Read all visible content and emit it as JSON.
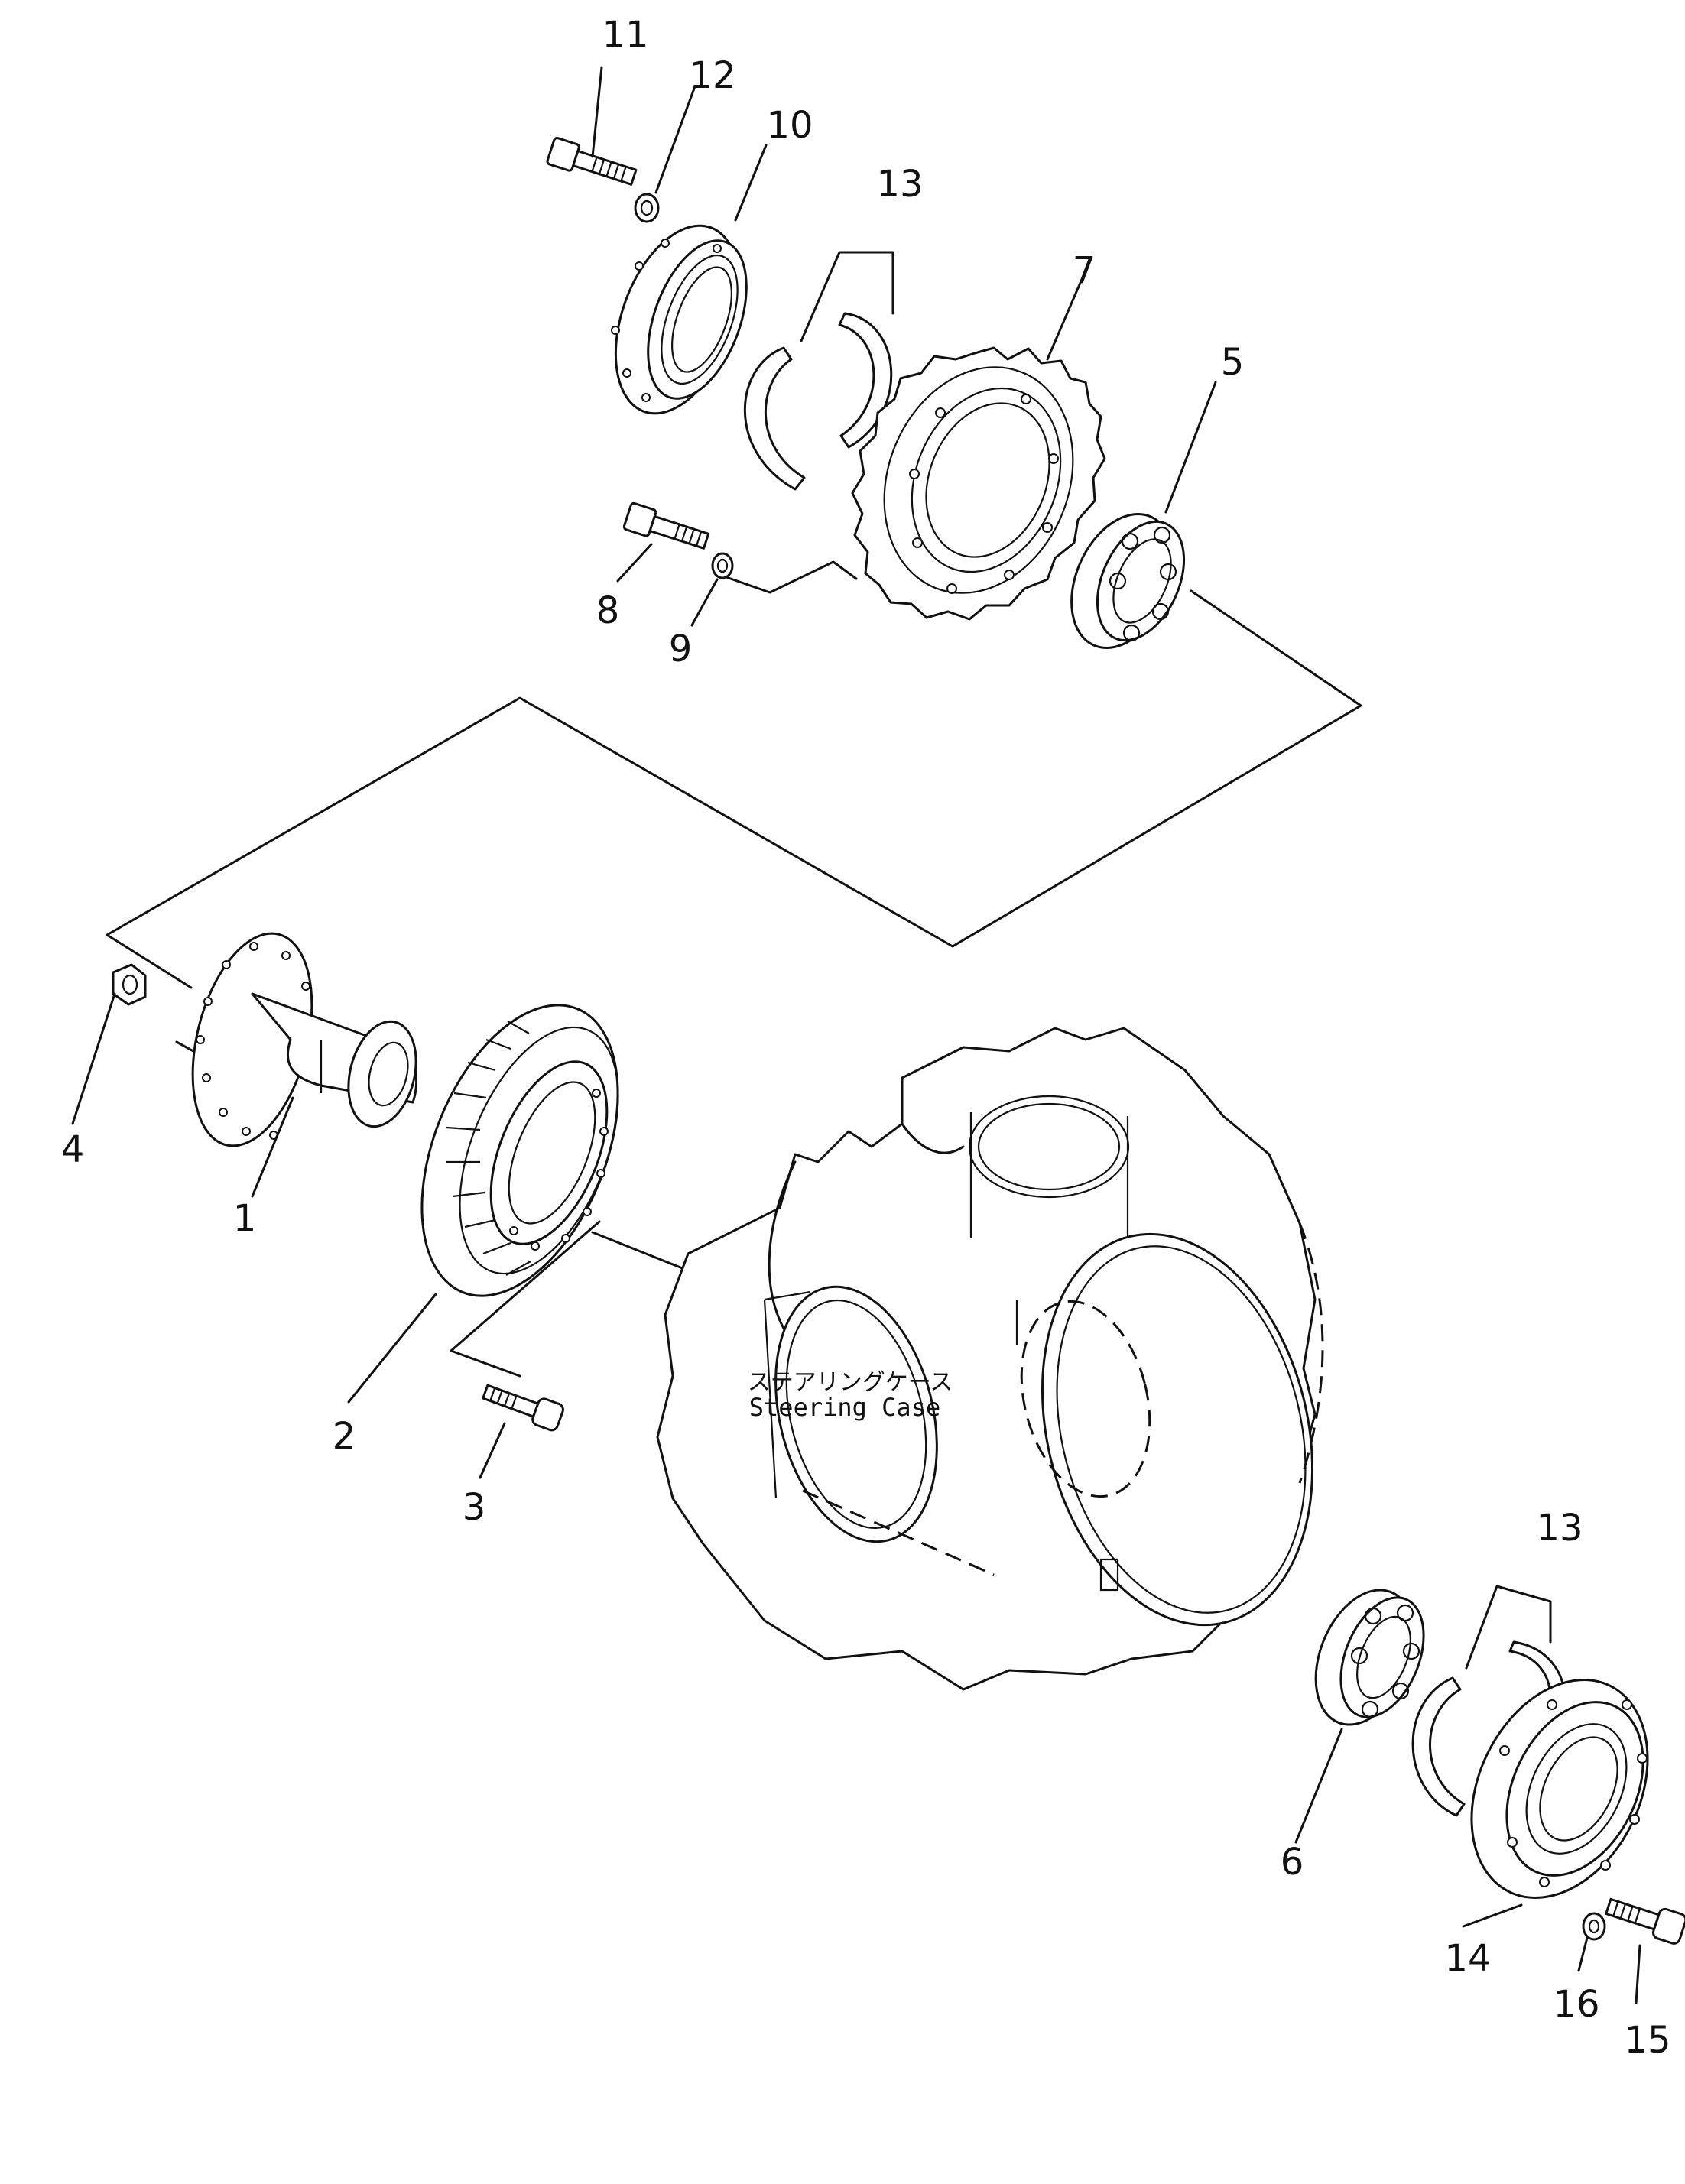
{
  "diagram": {
    "labels": {
      "p1": "1",
      "p2": "2",
      "p3": "3",
      "p4": "4",
      "p5": "5",
      "p6": "6",
      "p7": "7",
      "p8": "8",
      "p9": "9",
      "p10": "10",
      "p11": "11",
      "p12": "12",
      "p13_top": "13",
      "p13_bottom": "13",
      "p14": "14",
      "p15": "15",
      "p16": "16"
    },
    "case_label_jp": "ステアリングケース",
    "case_label_en": "Steering  Case"
  }
}
